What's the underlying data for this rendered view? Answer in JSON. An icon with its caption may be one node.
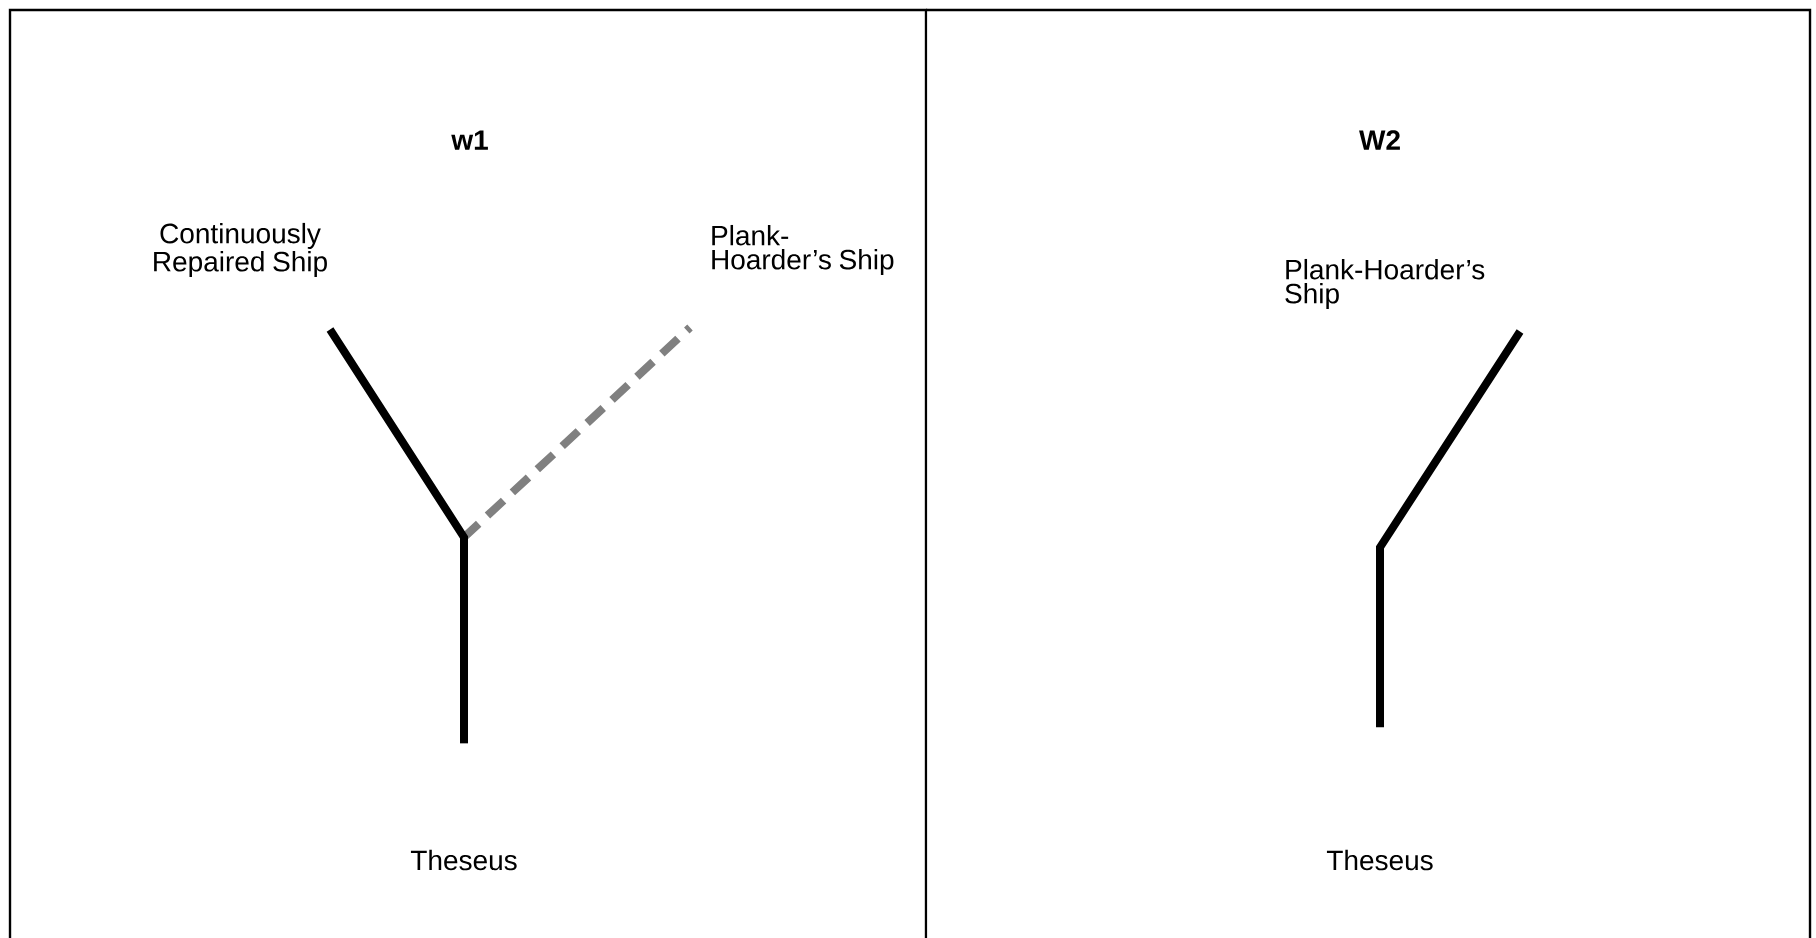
{
  "diagram": {
    "nodes": [
      {
        "text": [
          "w1"
        ]
      },
      {
        "text": [
          "Continuously Repaired Ship"
        ],
        "in": 0
      },
      {
        "text": [
          "Plank-Hoarder’s Ship"
        ],
        "in": 0
      },
      {
        "text": [
          "Theseus"
        ],
        "in": 0
      },
      {
        "text": [
          "W2"
        ]
      },
      {
        "text": [
          "Plank-Hoarder’s Ship"
        ],
        "in": 4
      },
      {
        "text": [
          "Theseus"
        ],
        "in": 4
      }
    ],
    "edges": [
      {
        "from": 3,
        "to": 2,
        "arrow": "none",
        "style": "dashed",
        "color": "#808080"
      },
      {
        "from": 3,
        "to": 1,
        "arrow": "none"
      },
      {
        "from": 6,
        "to": 5,
        "arrow": "none"
      }
    ]
  }
}
